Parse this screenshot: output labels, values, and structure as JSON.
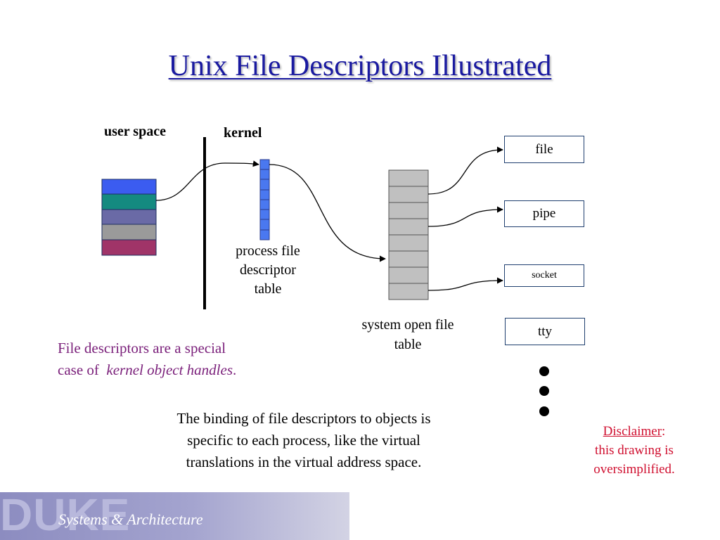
{
  "title": "Unix File Descriptors Illustrated",
  "labels": {
    "user_space": "user space",
    "kernel": "kernel",
    "process_fd_table_l1": "process file",
    "process_fd_table_l2": "descriptor",
    "process_fd_table_l3": "table",
    "open_file_table_l1": "system open file",
    "open_file_table_l2": "table"
  },
  "objects": {
    "file": "file",
    "pipe": "pipe",
    "socket": "socket",
    "tty": "tty"
  },
  "note": {
    "line1": "File descriptors are a special",
    "line2_prefix": "case of",
    "line2_emph": "kernel object handles",
    "line2_suffix": "."
  },
  "binding": {
    "line1": "The binding of file descriptors to objects is",
    "line2": "specific to each process, like the virtual",
    "line3": "translations in the virtual address space."
  },
  "disclaimer": {
    "word": "Disclaimer",
    "colon": ":",
    "line2": "this drawing is",
    "line3": "oversimplified."
  },
  "footer": {
    "logo": "DUKE",
    "tagline": "Systems & Architecture"
  },
  "colors": {
    "title": "#1a1aa0",
    "user_stack": [
      "#3b5cf0",
      "#148a80",
      "#6a6aa6",
      "#9a9a9a",
      "#a03468"
    ],
    "fd_table": "#4a78f0",
    "open_file_table": "#c0c0c0",
    "note": "#7a1f7a",
    "disclaimer": "#d01030"
  }
}
